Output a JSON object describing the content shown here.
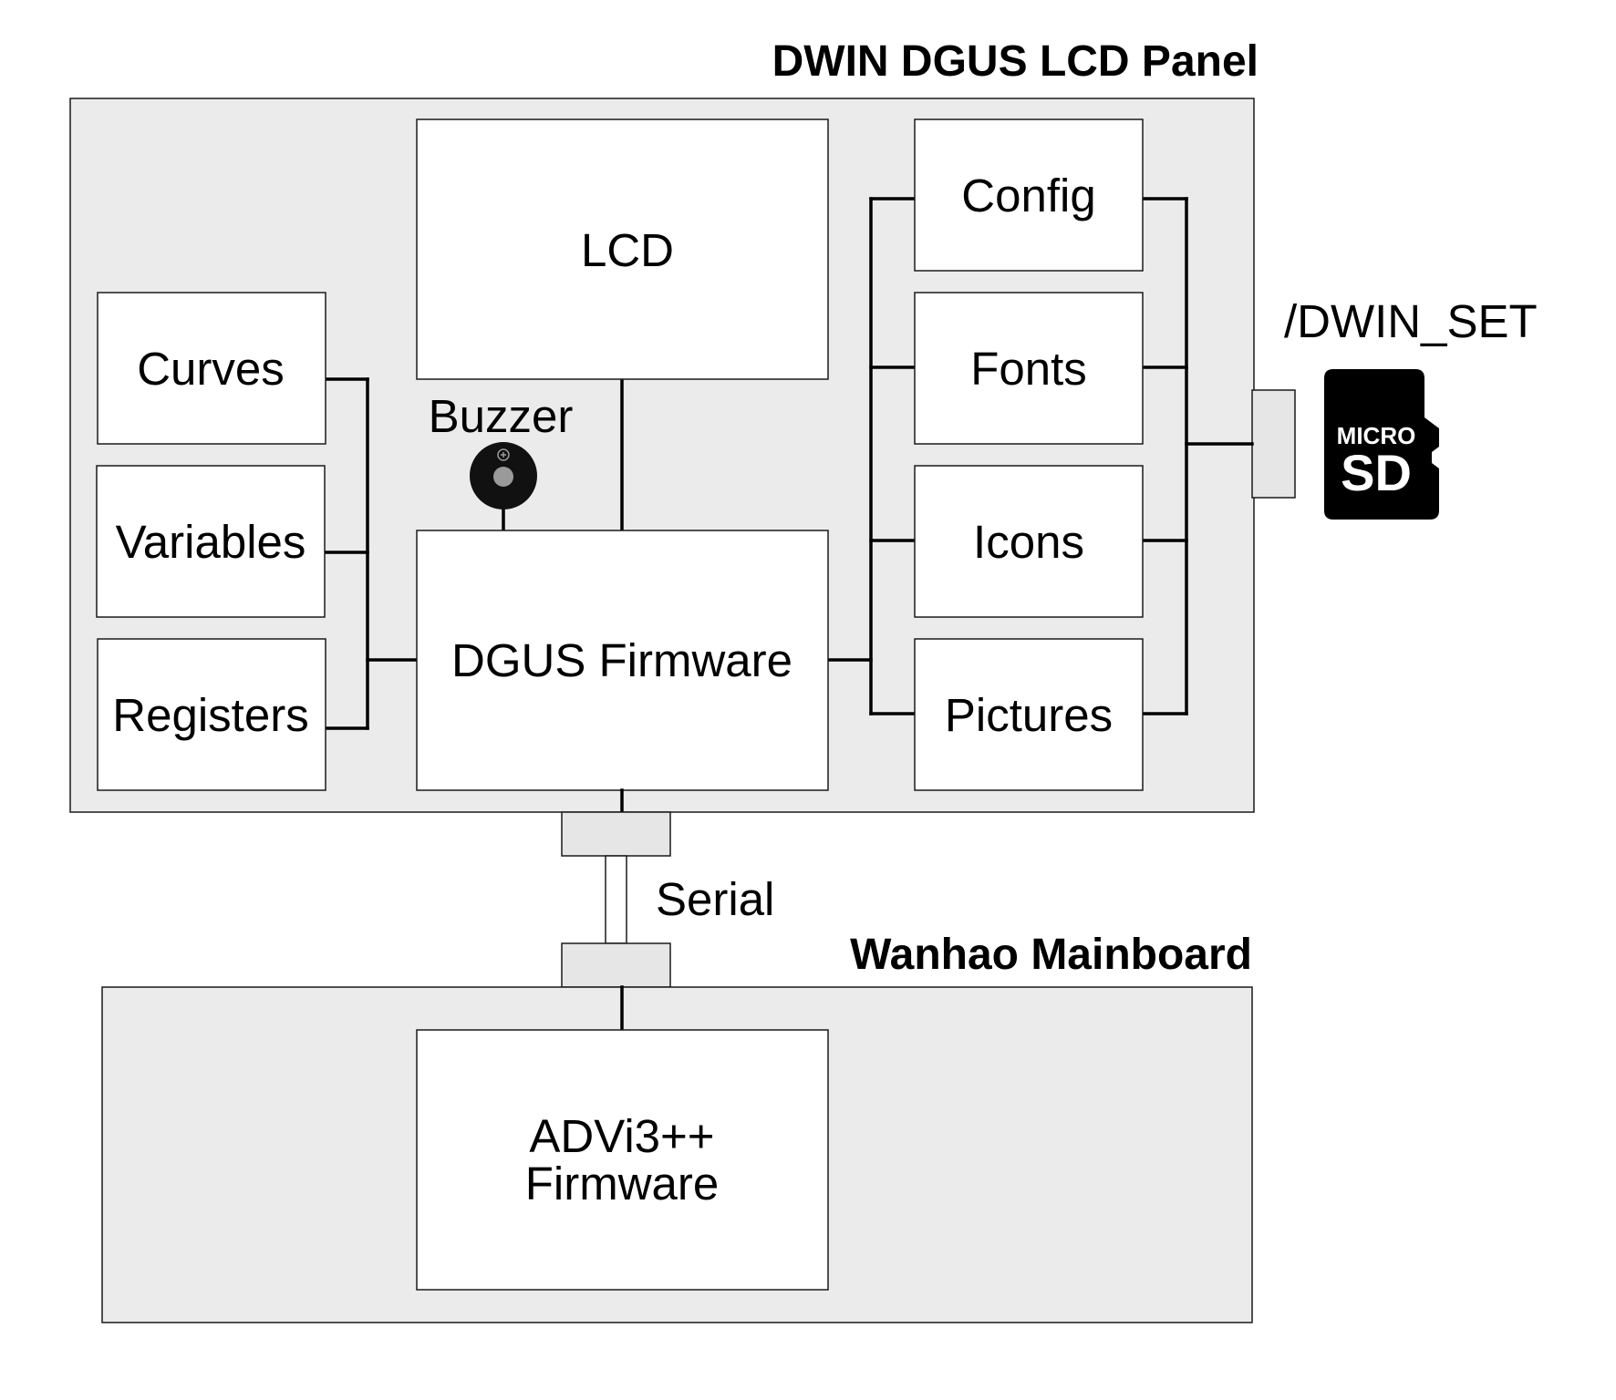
{
  "panel": {
    "title": "DWIN DGUS LCD Panel",
    "lcd": "LCD",
    "buzzer": "Buzzer",
    "firmware": "DGUS Firmware",
    "memory": [
      "Curves",
      "Variables",
      "Registers"
    ],
    "assets": [
      "Config",
      "Fonts",
      "Icons",
      "Pictures"
    ]
  },
  "sdcard": {
    "path": "/DWIN_SET",
    "line1": "MICRO",
    "line2": "SD",
    "icon": "microsd-card-icon"
  },
  "link": {
    "label": "Serial"
  },
  "mainboard": {
    "title": "Wanhao Mainboard",
    "firmware_line1": "ADVi3++",
    "firmware_line2": "Firmware"
  },
  "colors": {
    "panel_fill": "#ebebeb",
    "box_fill": "#ffffff",
    "line": "#000000"
  }
}
